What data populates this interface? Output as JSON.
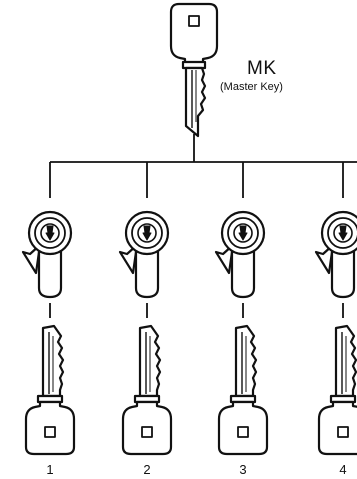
{
  "master_key": {
    "label": "MK",
    "sublabel": "(Master Key)"
  },
  "cylinders": [
    {
      "number": "1"
    },
    {
      "number": "2"
    },
    {
      "number": "3"
    },
    {
      "number": "4"
    }
  ]
}
